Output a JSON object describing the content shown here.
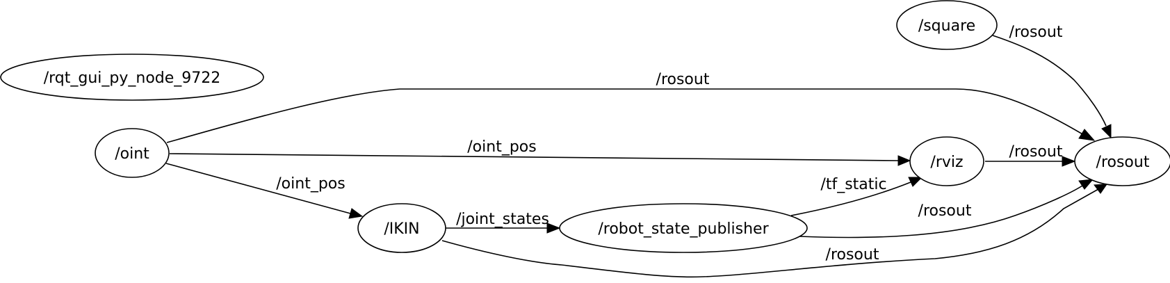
{
  "graph": {
    "nodes": [
      {
        "id": "rqt_gui",
        "label": "/rqt_gui_py_node_9722"
      },
      {
        "id": "oint",
        "label": "/oint"
      },
      {
        "id": "ikin",
        "label": "/IKIN"
      },
      {
        "id": "robot_state_publisher",
        "label": "/robot_state_publisher"
      },
      {
        "id": "rviz",
        "label": "/rviz"
      },
      {
        "id": "square",
        "label": "/square"
      },
      {
        "id": "rosout",
        "label": "/rosout"
      }
    ],
    "edges": [
      {
        "from": "oint",
        "to": "rosout",
        "label": "/rosout"
      },
      {
        "from": "oint",
        "to": "rviz",
        "label": "/oint_pos"
      },
      {
        "from": "oint",
        "to": "ikin",
        "label": "/oint_pos"
      },
      {
        "from": "ikin",
        "to": "robot_state_publisher",
        "label": "/joint_states"
      },
      {
        "from": "ikin",
        "to": "rosout",
        "label": "/rosout"
      },
      {
        "from": "robot_state_publisher",
        "to": "rviz",
        "label": "/tf_static"
      },
      {
        "from": "robot_state_publisher",
        "to": "rosout",
        "label": "/rosout"
      },
      {
        "from": "rviz",
        "to": "rosout",
        "label": "/rosout"
      },
      {
        "from": "square",
        "to": "rosout",
        "label": "/rosout"
      }
    ]
  }
}
